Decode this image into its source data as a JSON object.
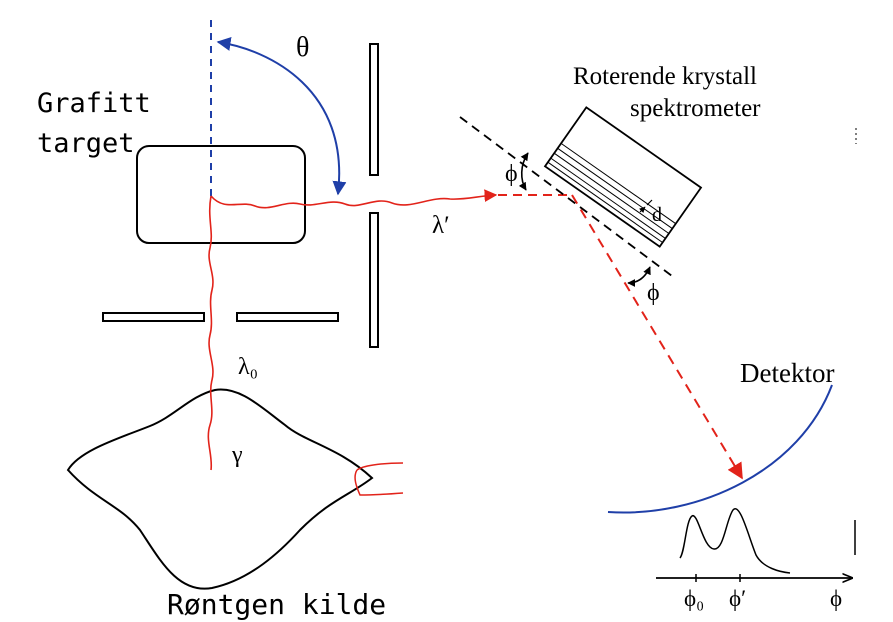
{
  "labels": {
    "target_line1": "Grafitt",
    "target_line2": "target",
    "theta": "θ",
    "crystal_line1": "Roterende krystall",
    "crystal_line2": "spektrometer",
    "lambda_prime": "λ′",
    "phi_upper": "ϕ",
    "phi_lower": "ϕ",
    "spacing_d": "d",
    "lambda0": "λ₀",
    "gamma": "γ",
    "detector": "Detektor",
    "source": "Røntgen kilde",
    "axis_phi0": "ϕ₀",
    "axis_phi_prime": "ϕ′",
    "axis_phi": "ϕ"
  },
  "colors": {
    "photon": "#e2231a",
    "angle_arrow": "#1f3fa8",
    "detector_arc": "#1f3fa8",
    "outline": "#000000"
  }
}
